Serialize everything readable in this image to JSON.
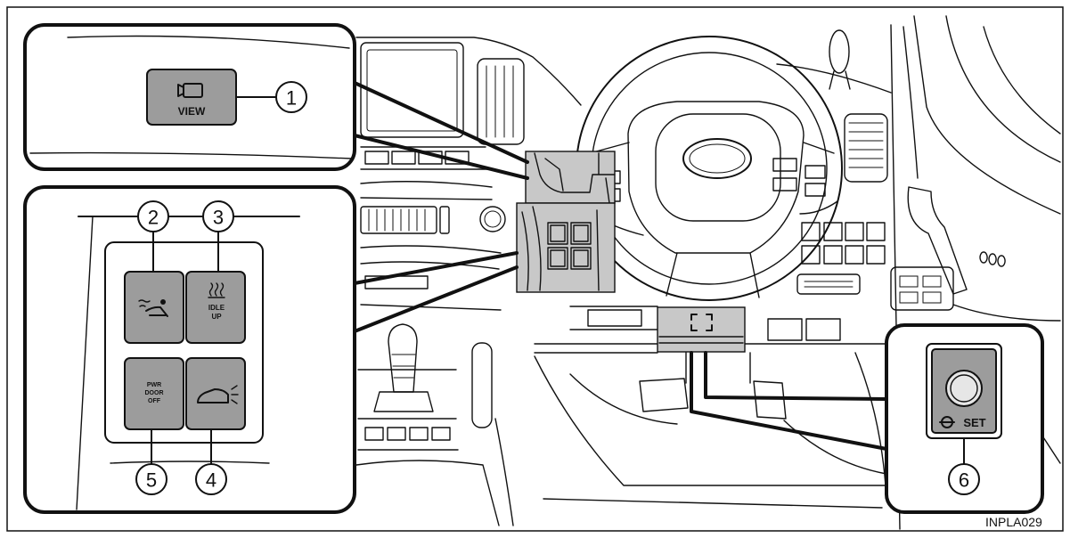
{
  "figure_code": "INPLA029",
  "callout_numbers": [
    "1",
    "2",
    "3",
    "4",
    "5",
    "6"
  ],
  "view_switch": {
    "label": "VIEW",
    "icon": "camera-view-icon"
  },
  "switch_panel": {
    "button_2": {
      "icon": "seat-airflow-icon"
    },
    "button_3": {
      "icon": "heat-wave-icon",
      "label_lines": [
        "IDLE",
        "UP"
      ]
    },
    "button_4": {
      "icon": "vehicle-back-door-icon"
    },
    "button_5": {
      "label_lines": [
        "PWR",
        "DOOR",
        "OFF"
      ]
    }
  },
  "set_switch": {
    "label": "SET",
    "icon": "parking-assist-icon"
  },
  "colors": {
    "ink": "#111111",
    "button_fill": "#9c9c9c",
    "highlight_fill": "#c8c8c8",
    "background": "#ffffff"
  }
}
